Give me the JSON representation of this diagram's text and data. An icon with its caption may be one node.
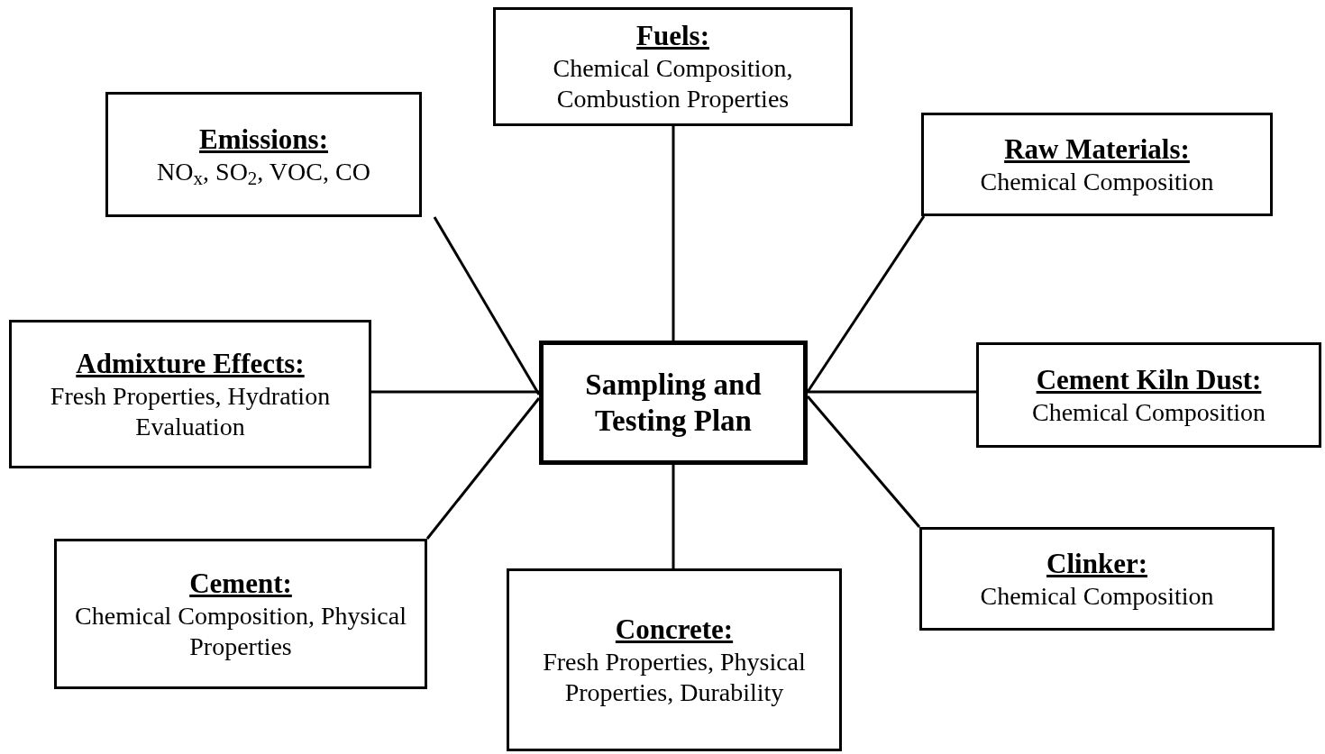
{
  "diagram": {
    "nodes": [
      {
        "text": [
          "Fuels:",
          "Chemical Composition, Combustion Properties"
        ]
      },
      {
        "text": [
          "Emissions:",
          "NO$_{x}$, SO$_{2}$, VOC, CO"
        ]
      },
      {
        "text": [
          "Raw Materials:",
          "Chemical Composition"
        ]
      },
      {
        "text": [
          "Admixture Effects:",
          "Fresh Properties, Hydration Evaluation"
        ]
      },
      {
        "text": [
          "Sampling and Testing Plan"
        ]
      },
      {
        "text": [
          "Cement Kiln Dust:",
          "Chemical Composition"
        ]
      },
      {
        "text": [
          "Cement:",
          "Chemical Composition, Physical Properties"
        ]
      },
      {
        "text": [
          "Concrete:",
          "Fresh Properties, Physical Properties, Durability"
        ]
      },
      {
        "text": [
          "Clinker:",
          "Chemical Composition"
        ]
      }
    ],
    "edges": [
      {
        "from": 4,
        "to": 0,
        "arrow": "none"
      },
      {
        "from": 4,
        "to": 1,
        "arrow": "none"
      },
      {
        "from": 4,
        "to": 2,
        "arrow": "none"
      },
      {
        "from": 4,
        "to": 3,
        "arrow": "none"
      },
      {
        "from": 4,
        "to": 5,
        "arrow": "none"
      },
      {
        "from": 4,
        "to": 6,
        "arrow": "none"
      },
      {
        "from": 4,
        "to": 7,
        "arrow": "none"
      },
      {
        "from": 4,
        "to": 8,
        "arrow": "none"
      }
    ]
  }
}
